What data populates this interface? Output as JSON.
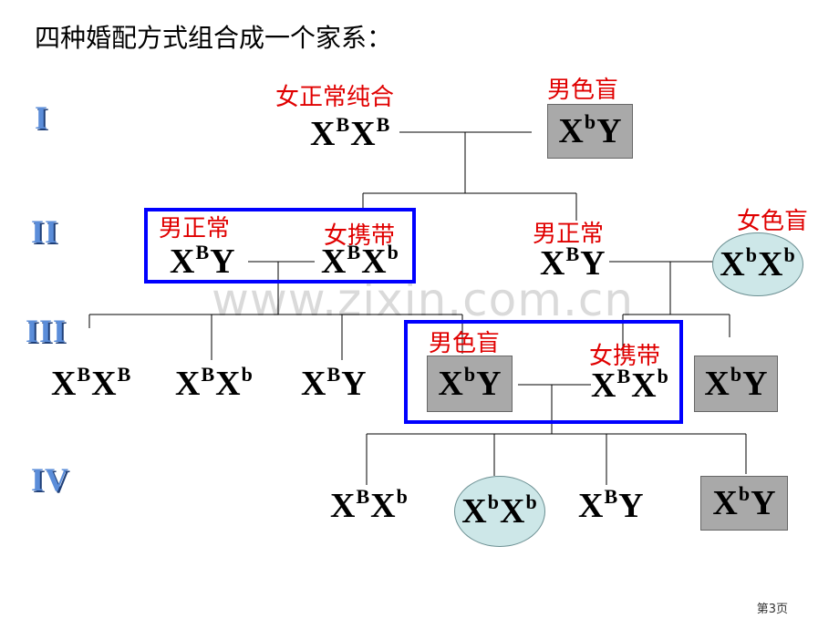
{
  "title": "四种婚配方式组合成一个家系：",
  "watermark": "www.zixin.com.cn",
  "page_number": "第3页",
  "generations": {
    "g1": "I",
    "g2": "II",
    "g3": "III",
    "g4": "IV"
  },
  "labels": {
    "female_pure_normal": "女正常纯合",
    "male_colorblind": "男色盲",
    "male_normal": "男正常",
    "female_carrier": "女携带",
    "female_colorblind": "女色盲"
  },
  "people": {
    "g1_female": {
      "base1": "X",
      "sup1": "B",
      "base2": "X",
      "sup2": "B"
    },
    "g1_male": {
      "base1": "X",
      "sup1": "b",
      "base2": "Y"
    },
    "g2_male_a": {
      "base1": "X",
      "sup1": "B",
      "base2": "Y"
    },
    "g2_female_a": {
      "base1": "X",
      "sup1": "B",
      "base2": "X",
      "sup2": "b"
    },
    "g2_male_b": {
      "base1": "X",
      "sup1": "B",
      "base2": "Y"
    },
    "g2_female_b": {
      "base1": "X",
      "sup1": "b",
      "base2": "X",
      "sup2": "b"
    },
    "g3_c1": {
      "base1": "X",
      "sup1": "B",
      "base2": "X",
      "sup2": "B"
    },
    "g3_c2": {
      "base1": "X",
      "sup1": "B",
      "base2": "X",
      "sup2": "b"
    },
    "g3_c3": {
      "base1": "X",
      "sup1": "B",
      "base2": "Y"
    },
    "g3_c4": {
      "base1": "X",
      "sup1": "b",
      "base2": "Y"
    },
    "g3_c5": {
      "base1": "X",
      "sup1": "B",
      "base2": "X",
      "sup2": "b"
    },
    "g3_c6": {
      "base1": "X",
      "sup1": "b",
      "base2": "Y"
    },
    "g4_c1": {
      "base1": "X",
      "sup1": "B",
      "base2": "X",
      "sup2": "b"
    },
    "g4_c2": {
      "base1": "X",
      "sup1": "b",
      "base2": "X",
      "sup2": "b"
    },
    "g4_c3": {
      "base1": "X",
      "sup1": "B",
      "base2": "Y"
    },
    "g4_c4": {
      "base1": "X",
      "sup1": "b",
      "base2": "Y"
    }
  },
  "colors": {
    "label": "#e00000",
    "frame": "#0000ff",
    "affected_male": "#a9a9a9",
    "affected_female": "#cde7e8",
    "generation": "#5b8dd9"
  }
}
